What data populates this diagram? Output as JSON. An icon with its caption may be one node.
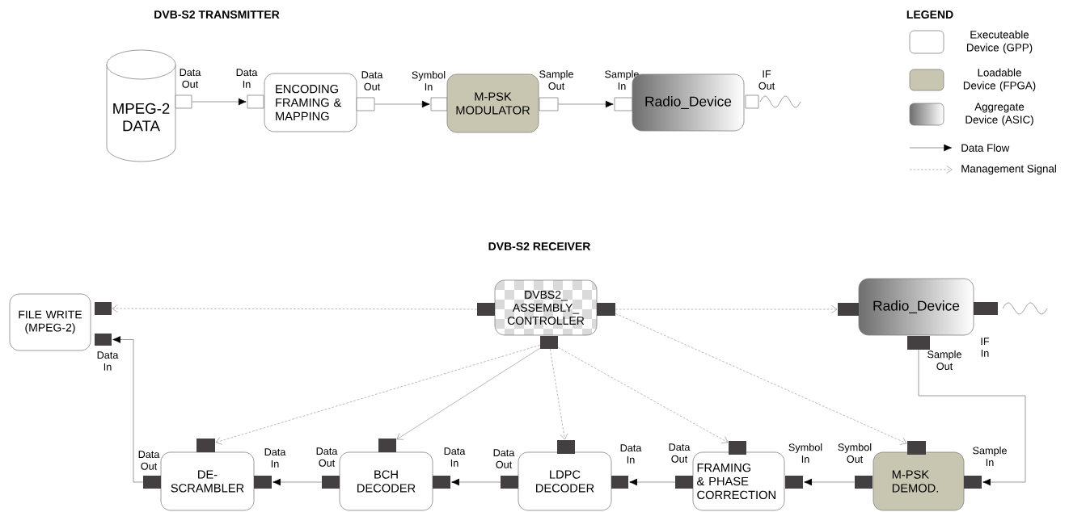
{
  "diagram": {
    "nodes": [
      {
        "text": [
          "MPEG-2 DATA"
        ]
      },
      {
        "text": [
          "Data Out"
        ]
      },
      {
        "text": [
          "Data In"
        ]
      },
      {
        "text": [
          "ENCODING FRAMING & MAPPING"
        ]
      },
      {
        "text": [
          "Data Out"
        ]
      },
      {
        "text": [
          "Symbol In"
        ]
      },
      {
        "text": [
          "M-PSK MODULATOR"
        ]
      },
      {
        "text": [
          "Sample Out"
        ]
      },
      {
        "text": [
          "Sample In"
        ]
      },
      {
        "text": [
          "Radio_Device"
        ]
      },
      {
        "text": [
          "IF Out"
        ]
      },
      {
        "text": [
          "FILE WRITE (MPEG-2)"
        ]
      },
      {
        "text": [],
        "shape": "box"
      },
      {
        "text": [
          "Data In"
        ]
      },
      {
        "text": [
          "DVBS2_ ASSEMBLY_ CONTROLLER"
        ]
      },
      {
        "text": [],
        "shape": "box"
      },
      {
        "text": [],
        "shape": "box"
      },
      {
        "text": [],
        "shape": "box"
      },
      {
        "text": [
          "Radio_Device"
        ]
      },
      {
        "text": [],
        "shape": "box"
      },
      {
        "text": [
          "IF In"
        ]
      },
      {
        "text": [
          "Sample Out"
        ]
      },
      {
        "text": [
          "DE- SCRAMBLER"
        ]
      },
      {
        "text": [],
        "shape": "box"
      },
      {
        "text": [
          "Data Out"
        ]
      },
      {
        "text": [
          "Data In"
        ]
      },
      {
        "text": [
          "BCH DECODER"
        ]
      },
      {
        "text": [],
        "shape": "box"
      },
      {
        "text": [
          "Data Out"
        ]
      },
      {
        "text": [
          "Data In"
        ]
      },
      {
        "text": [
          "LDPC DECODER"
        ]
      },
      {
        "text": [],
        "shape": "box"
      },
      {
        "text": [
          "Data Out"
        ]
      },
      {
        "text": [
          "Data In"
        ]
      },
      {
        "text": [
          "FRAMING & PHASE CORRECTION"
        ]
      },
      {
        "text": [],
        "shape": "box"
      },
      {
        "text": [
          "Data Out"
        ]
      },
      {
        "text": [
          "Symbol In"
        ]
      },
      {
        "text": [
          "M-PSK DEMOD."
        ]
      },
      {
        "text": [],
        "shape": "box"
      },
      {
        "text": [
          "Symbol Out"
        ]
      },
      {
        "text": [
          "Sample In"
        ]
      }
    ],
    "edges": [
      {
        "from": 1,
        "to": 2,
        "arrow": "to"
      },
      {
        "from": 4,
        "to": 5,
        "arrow": "to"
      },
      {
        "from": 7,
        "to": 8,
        "arrow": "to"
      },
      {
        "from": 15,
        "to": 12,
        "arrow": "to",
        "style": "dashed",
        "color": "#a6a6a6"
      },
      {
        "from": 16,
        "to": 19,
        "arrow": "to",
        "style": "dashed",
        "color": "#a6a6a6"
      },
      {
        "from": 17,
        "to": 23,
        "arrow": "to",
        "style": "dashed",
        "color": "#a6a6a6"
      },
      {
        "from": 17,
        "to": 27,
        "arrow": "to",
        "color": "#a6a6a6"
      },
      {
        "from": 17,
        "to": 31,
        "arrow": "to",
        "style": "dashed",
        "color": "#a6a6a6"
      },
      {
        "from": 17,
        "to": 35,
        "arrow": "to",
        "style": "dashed",
        "color": "#a6a6a6"
      },
      {
        "from": 16,
        "to": 39,
        "arrow": "to",
        "style": "dashed",
        "color": "#a6a6a6"
      },
      {
        "from": 21,
        "to": 41,
        "arrow": "to"
      },
      {
        "from": 40,
        "to": 37,
        "arrow": "to"
      },
      {
        "from": 36,
        "to": 33,
        "arrow": "to"
      },
      {
        "from": 32,
        "to": 29,
        "arrow": "to"
      },
      {
        "from": 28,
        "to": 25,
        "arrow": "to"
      },
      {
        "from": 24,
        "to": 13,
        "arrow": "to"
      }
    ],
    "labels": [
      "DVB-S2 TRANSMITTER",
      "LEGEND",
      "DVB-S2 RECEIVER"
    ],
    "legend": [
      {
        "text": "Executeable Device (GPP)"
      },
      {
        "text": "Loadable Device (FPGA)"
      },
      {
        "text": "Aggregate Device (ASIC)"
      },
      {
        "text": "Data Flow"
      },
      {
        "text": "Management Signal"
      }
    ]
  }
}
